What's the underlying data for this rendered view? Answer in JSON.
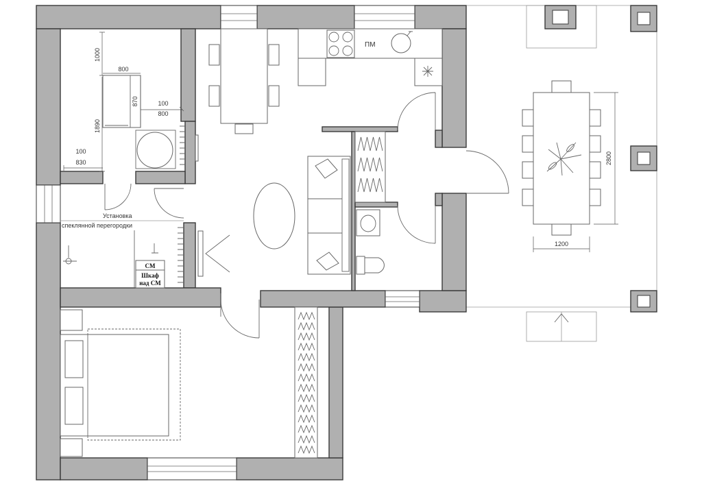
{
  "plan": {
    "bathroom": {
      "dim_1000": "1000",
      "dim_800_top": "800",
      "dim_870": "870",
      "dim_100_right": "100",
      "dim_800_right": "800",
      "dim_1890": "1890",
      "dim_100_bottom": "100",
      "dim_830": "830"
    },
    "kitchen": {
      "dishwasher_label": "ПМ"
    },
    "laundry": {
      "note_line1": "Установка",
      "note_line2": "спеклянной перегородки",
      "washer_label": "СМ",
      "cabinet_line1": "Шкаф",
      "cabinet_line2": "над СМ"
    },
    "terrace": {
      "table_length": "2800",
      "table_width": "1200"
    }
  },
  "colors": {
    "wall_fill": "#b0b0b0",
    "wall_stroke": "#3a3a3a",
    "line": "#666666",
    "background": "#ffffff"
  }
}
